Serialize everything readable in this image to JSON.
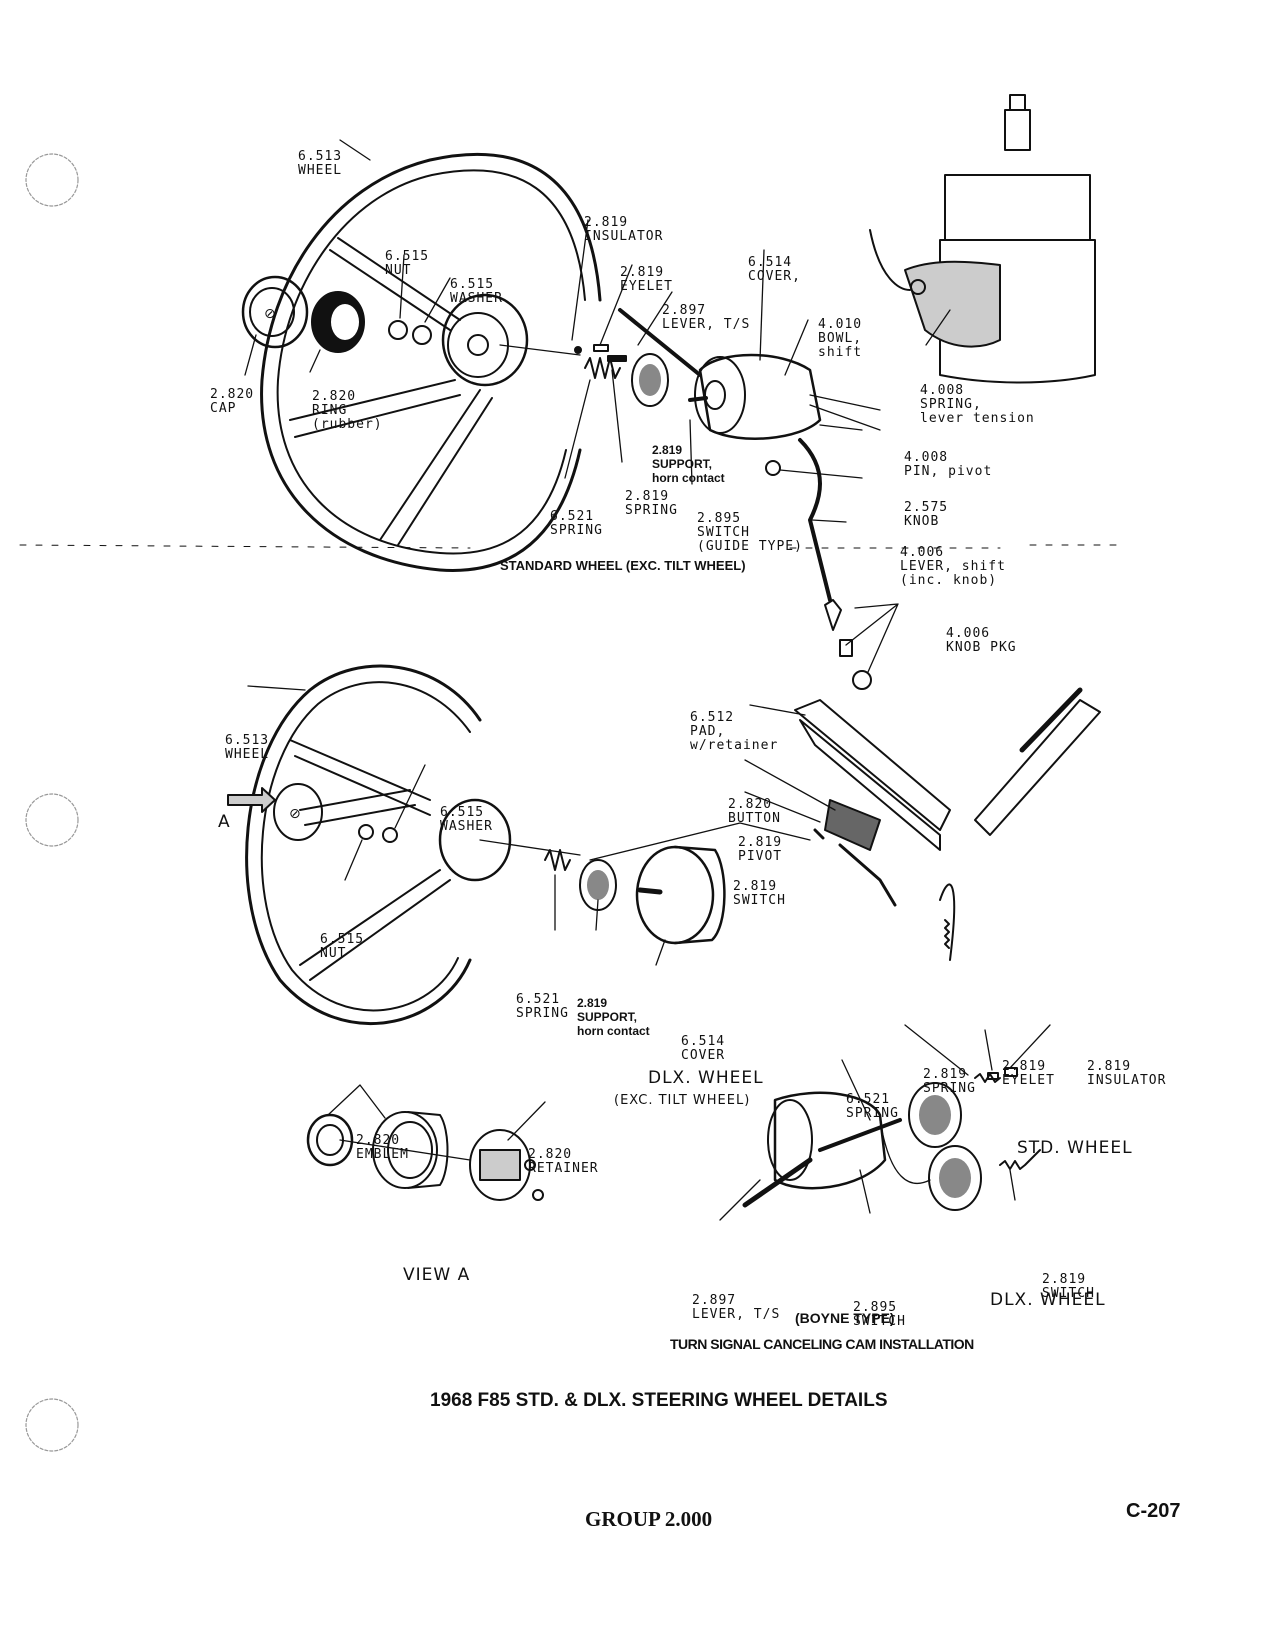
{
  "std_labels": [
    {
      "id": "wheel",
      "lines": [
        "6.513",
        "WHEEL"
      ]
    },
    {
      "id": "insulator",
      "lines": [
        "2.819",
        "INSULATOR"
      ]
    },
    {
      "id": "nut",
      "lines": [
        "6.515",
        "NUT"
      ]
    },
    {
      "id": "washer",
      "lines": [
        "6.515",
        "WASHER"
      ]
    },
    {
      "id": "eyelet",
      "lines": [
        "2.819",
        "EYELET"
      ]
    },
    {
      "id": "cover",
      "lines": [
        "6.514",
        "COVER,"
      ]
    },
    {
      "id": "lever-ts",
      "lines": [
        "2.897",
        "LEVER, T/S"
      ]
    },
    {
      "id": "bowl",
      "lines": [
        "4.010",
        "BOWL,",
        "shift"
      ]
    },
    {
      "id": "cap",
      "lines": [
        "2.820",
        "CAP"
      ]
    },
    {
      "id": "ring",
      "lines": [
        "2.820",
        "RING",
        "(rubber)"
      ]
    },
    {
      "id": "spring-tension",
      "lines": [
        "4.008",
        "SPRING,",
        "lever tension"
      ]
    },
    {
      "id": "pin",
      "lines": [
        "4.008",
        "PIN, pivot"
      ]
    },
    {
      "id": "knob",
      "lines": [
        "2.575",
        "KNOB"
      ]
    },
    {
      "id": "spring-6521",
      "lines": [
        "6.521",
        "SPRING"
      ]
    },
    {
      "id": "spring-2819",
      "lines": [
        "2.819",
        "SPRING"
      ]
    },
    {
      "id": "switch-guide",
      "lines": [
        "2.895",
        "SWITCH",
        "(GUIDE TYPE)"
      ]
    },
    {
      "id": "lever-shift",
      "lines": [
        "4.006",
        "LEVER, shift",
        "(inc. knob)"
      ]
    },
    {
      "id": "knob-pkg",
      "lines": [
        "4.006",
        "KNOB PKG"
      ]
    }
  ],
  "support_label": [
    "2.819",
    "SUPPORT,",
    "horn contact"
  ],
  "std_caption": "STANDARD WHEEL  (EXC. TILT WHEEL)",
  "dlx_labels": [
    {
      "id": "pad",
      "lines": [
        "6.512",
        "PAD,",
        "w/retainer"
      ]
    },
    {
      "id": "dlx-wheel",
      "lines": [
        "6.513",
        "WHEEL"
      ]
    },
    {
      "id": "button",
      "lines": [
        "2.820",
        "BUTTON"
      ]
    },
    {
      "id": "dlx-washer",
      "lines": [
        "6.515",
        "WASHER"
      ]
    },
    {
      "id": "pivot",
      "lines": [
        "2.819",
        "PIVOT"
      ]
    },
    {
      "id": "dlx-switch",
      "lines": [
        "2.819",
        "SWITCH"
      ]
    },
    {
      "id": "dlx-nut",
      "lines": [
        "6.515",
        "NUT"
      ]
    },
    {
      "id": "dlx-spring",
      "lines": [
        "6.521",
        "SPRING"
      ]
    },
    {
      "id": "dlx-cover",
      "lines": [
        "6.514",
        "COVER"
      ]
    }
  ],
  "dlx_support_label": [
    "2.819",
    "SUPPORT,",
    "horn contact"
  ],
  "view_letter": "A",
  "dlx_caption": [
    "DLX. WHEEL",
    "(EXC. TILT WHEEL)"
  ],
  "view_a_labels": [
    {
      "id": "emblem",
      "lines": [
        "2.820",
        "EMBLEM"
      ]
    },
    {
      "id": "retainer",
      "lines": [
        "2.820",
        "RETAINER"
      ]
    }
  ],
  "view_a_caption": "VIEW A",
  "cam_labels": [
    {
      "id": "cam-spring-6521",
      "lines": [
        "6.521",
        "SPRING"
      ]
    },
    {
      "id": "cam-spring-2819",
      "lines": [
        "2.819",
        "SPRING"
      ]
    },
    {
      "id": "cam-eyelet",
      "lines": [
        "2.819",
        "EYELET"
      ]
    },
    {
      "id": "cam-insulator",
      "lines": [
        "2.819",
        "INSULATOR"
      ]
    },
    {
      "id": "cam-switch",
      "lines": [
        "2.819",
        "SWITCH"
      ]
    },
    {
      "id": "cam-lever",
      "lines": [
        "2.897",
        "LEVER, T/S"
      ]
    },
    {
      "id": "cam-boyne-switch",
      "lines": [
        "2.895",
        "SWITCH"
      ]
    }
  ],
  "cam_std_wheel": "STD. WHEEL",
  "cam_dlx_wheel": "DLX. WHEEL",
  "boyne_type": "(BOYNE TYPE)",
  "cam_caption": "TURN SIGNAL CANCELING CAM INSTALLATION",
  "main_title": "1968 F85 STD. & DLX. STEERING WHEEL DETAILS",
  "footer_group": "GROUP 2.000",
  "page_number": "C-207"
}
